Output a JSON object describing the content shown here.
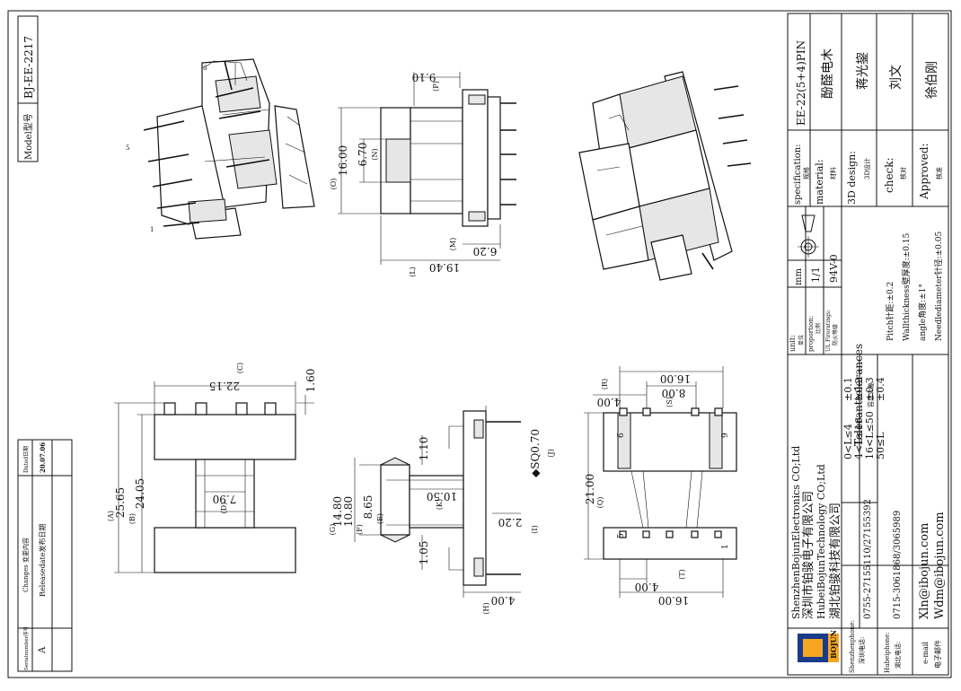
{
  "model": {
    "label": "Model型号",
    "value": "BJ-EE-2217"
  },
  "title_block": {
    "specification_label": "specification:",
    "specification_cn": "规格",
    "specification_value": "EE-22(5+4)PIN",
    "material_label": "material:",
    "material_cn": "材料",
    "material_value": "酚醛电木",
    "design_label": "3D design:",
    "design_cn": "3D设计",
    "design_value": "蒋光鋆",
    "check_label": "check:",
    "check_cn": "核对",
    "check_value": "刘文",
    "approved_label": "Approved:",
    "approved_cn": "核准",
    "approved_value": "徐伯刚",
    "unit_label": "unit:",
    "unit_cn": "单位",
    "unit_value": "mm",
    "proportion_label": "proportion:",
    "proportion_cn": "比例",
    "proportion_value": "1/1",
    "ul_label": "UL Fireratings:",
    "ul_cn": "防火等级",
    "ul_value": "94V-0"
  },
  "tolerances": {
    "title": "Toleranttolerances",
    "title_cn": "容忍公差",
    "rows": [
      {
        "range": "0<L≤4",
        "tol": "±0.1"
      },
      {
        "range": "4<L≤16",
        "tol": "±0.2"
      },
      {
        "range": "16<L≤50",
        "tol": "±0.3"
      },
      {
        "range": "50≤L",
        "tol": "±0.4"
      }
    ],
    "notes": [
      "Pitch针距:±0.2",
      "Wallthickness壁厚度:±0.15",
      "angle角度:±1°",
      "Needlediameter针径:±0.05"
    ]
  },
  "company": {
    "name_en_1": "ShenzhenBojunElectronics CO;Ltd",
    "name_cn_1": "深圳市铂骏电子有限公司",
    "name_en_2": "HubeiBojunTechnology CO;Ltd",
    "name_cn_2": "湖北铂骏科技有限公司",
    "logo_text": "BOJUN",
    "sz_phone_label": "Shenzhenphone:",
    "sz_phone_cn": "深圳电话:",
    "sz_phone": "0755-27155110/27155392",
    "hb_phone_label": "Hubeiphone:",
    "hb_phone_cn": "湖北电话:",
    "hb_phone": "0715-3061868/3065989",
    "email_label": "e-mail",
    "email_cn": "电子邮件",
    "email_1": "Xln@ibojun.com",
    "email_2": "Wdm@ibojun.com"
  },
  "revision": {
    "col_serial": "Serialnumber序号",
    "col_changes": "Changes 变更内容",
    "col_date": "Dated日期",
    "rows": [
      {
        "serial": "A",
        "change": "Releasedate发布日期",
        "date": "20.07.06"
      }
    ]
  },
  "dims": {
    "side_w": "9.10",
    "side_p": "(P)",
    "side_h": "16.00",
    "side_o": "(O)",
    "side_n_val": "6.70",
    "side_n": "(N)",
    "side_m_val": "6.20",
    "side_m": "(M)",
    "side_l_val": "19.40",
    "side_l": "(L)",
    "front_c_val": "22.15",
    "front_c": "(C)",
    "front_pin": "1.60",
    "front_a_val": "25.65",
    "front_a": "(A)",
    "front_b_val": "24.05",
    "front_b": "(B)",
    "front_d_val": "7.90",
    "front_d": "(D)",
    "sec_110": "1.10",
    "sec_g_val": "14.80",
    "sec_g": "(G)",
    "sec_f_val": "10.80",
    "sec_f": "(F)",
    "sec_e_val": "8.65",
    "sec_e": "(E)",
    "sec_k_val": "10.50",
    "sec_k": "(K)",
    "sec_j_val": "◆SQ0.70",
    "sec_j": "(J)",
    "sec_i_val": "2.20",
    "sec_i": "(I)",
    "sec_105": "1.05",
    "sec_h_val": "4.00",
    "sec_h": "(H)",
    "bot_r_val": "16.00",
    "bot_r": "(R)",
    "bot_s_val": "8.00",
    "bot_s": "(S)",
    "bot_400a": "4.00",
    "bot_q_val": "21.00",
    "bot_q": "(Q)",
    "bot_400b": "4.00",
    "bot_t": "(T)",
    "bot_1600b": "16.00",
    "pin5": "5",
    "pin1": "1",
    "pin6": "6",
    "pin9": "9",
    "iso_1": "1",
    "iso_5": "5",
    "iso_6": "6"
  }
}
